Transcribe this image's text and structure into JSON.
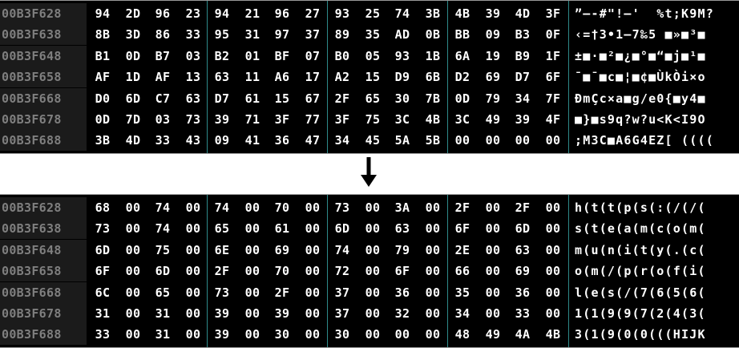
{
  "before": {
    "rows": [
      {
        "addr": "00B3F628",
        "bytes": [
          "94",
          "2D",
          "96",
          "23",
          "94",
          "21",
          "96",
          "27",
          "93",
          "25",
          "74",
          "3B",
          "4B",
          "39",
          "4D",
          "3F"
        ],
        "ascii": "”–-#\"!–'  %t;K9M?"
      },
      {
        "addr": "00B3F638",
        "bytes": [
          "8B",
          "3D",
          "86",
          "33",
          "95",
          "31",
          "97",
          "37",
          "89",
          "35",
          "AD",
          "0B",
          "BB",
          "09",
          "B3",
          "0F"
        ],
        "ascii": "‹=†3•1—7‰5 ■»■³■"
      },
      {
        "addr": "00B3F648",
        "bytes": [
          "B1",
          "0D",
          "B7",
          "03",
          "B2",
          "01",
          "BF",
          "07",
          "B0",
          "05",
          "93",
          "1B",
          "6A",
          "19",
          "B9",
          "1F"
        ],
        "ascii": "±■·■²■¿■°■“■j■¹■"
      },
      {
        "addr": "00B3F658",
        "bytes": [
          "AF",
          "1D",
          "AF",
          "13",
          "63",
          "11",
          "A6",
          "17",
          "A2",
          "15",
          "D9",
          "6B",
          "D2",
          "69",
          "D7",
          "6F"
        ],
        "ascii": "¯■¯■c■¦■¢■ÙkÒi×o"
      },
      {
        "addr": "00B3F668",
        "bytes": [
          "D0",
          "6D",
          "C7",
          "63",
          "D7",
          "61",
          "15",
          "67",
          "2F",
          "65",
          "30",
          "7B",
          "0D",
          "79",
          "34",
          "7F"
        ],
        "ascii": "ÐmÇc×a■g/e0{■y4■"
      },
      {
        "addr": "00B3F678",
        "bytes": [
          "0D",
          "7D",
          "03",
          "73",
          "39",
          "71",
          "3F",
          "77",
          "3F",
          "75",
          "3C",
          "4B",
          "3C",
          "49",
          "39",
          "4F"
        ],
        "ascii": "■}■s9q?w?u<K<I9O"
      },
      {
        "addr": "00B3F688",
        "bytes": [
          "3B",
          "4D",
          "33",
          "43",
          "09",
          "41",
          "36",
          "47",
          "34",
          "45",
          "5A",
          "5B",
          "00",
          "00",
          "00",
          "00"
        ],
        "ascii": ";M3C■A6G4EZ[ (((("
      }
    ]
  },
  "after": {
    "rows": [
      {
        "addr": "00B3F628",
        "bytes": [
          "68",
          "00",
          "74",
          "00",
          "74",
          "00",
          "70",
          "00",
          "73",
          "00",
          "3A",
          "00",
          "2F",
          "00",
          "2F",
          "00"
        ],
        "ascii": "h(t(t(p(s(:(/(/("
      },
      {
        "addr": "00B3F638",
        "bytes": [
          "73",
          "00",
          "74",
          "00",
          "65",
          "00",
          "61",
          "00",
          "6D",
          "00",
          "63",
          "00",
          "6F",
          "00",
          "6D",
          "00"
        ],
        "ascii": "s(t(e(a(m(c(o(m("
      },
      {
        "addr": "00B3F648",
        "bytes": [
          "6D",
          "00",
          "75",
          "00",
          "6E",
          "00",
          "69",
          "00",
          "74",
          "00",
          "79",
          "00",
          "2E",
          "00",
          "63",
          "00"
        ],
        "ascii": "m(u(n(i(t(y(.(c("
      },
      {
        "addr": "00B3F658",
        "bytes": [
          "6F",
          "00",
          "6D",
          "00",
          "2F",
          "00",
          "70",
          "00",
          "72",
          "00",
          "6F",
          "00",
          "66",
          "00",
          "69",
          "00"
        ],
        "ascii": "o(m(/(p(r(o(f(i("
      },
      {
        "addr": "00B3F668",
        "bytes": [
          "6C",
          "00",
          "65",
          "00",
          "73",
          "00",
          "2F",
          "00",
          "37",
          "00",
          "36",
          "00",
          "35",
          "00",
          "36",
          "00"
        ],
        "ascii": "l(e(s(/(7(6(5(6("
      },
      {
        "addr": "00B3F678",
        "bytes": [
          "31",
          "00",
          "31",
          "00",
          "39",
          "00",
          "39",
          "00",
          "37",
          "00",
          "32",
          "00",
          "34",
          "00",
          "33",
          "00"
        ],
        "ascii": "1(1(9(9(7(2(4(3("
      },
      {
        "addr": "00B3F688",
        "bytes": [
          "33",
          "00",
          "31",
          "00",
          "39",
          "00",
          "30",
          "00",
          "30",
          "00",
          "00",
          "00",
          "48",
          "49",
          "4A",
          "4B"
        ],
        "ascii": "3(1(9(0(0(((HIJK"
      }
    ]
  },
  "arrow_icon": "down-arrow-icon",
  "colors": {
    "background": "#000000",
    "address_bg": "#1b1b1b",
    "address_text": "#7f7f7f",
    "byte_text": "#ffffff",
    "group_separator": "#2f8a8a"
  }
}
